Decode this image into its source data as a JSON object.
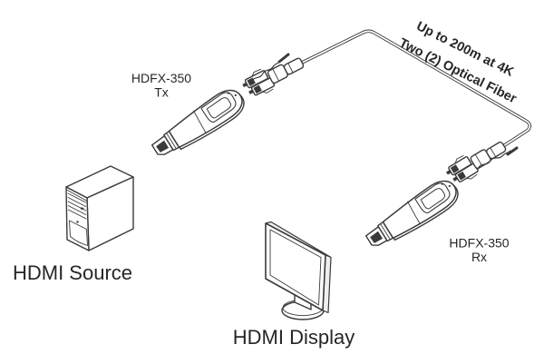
{
  "diagram": {
    "title_hint": "HDFX-350 optical HDMI extension diagram",
    "tx": {
      "model": "HDFX-350",
      "role": "Tx"
    },
    "rx": {
      "model": "HDFX-350",
      "role": "Rx"
    },
    "source_label": "HDMI Source",
    "display_label": "HDMI Display",
    "cable_note_line1": "Up to 200m at 4K",
    "cable_note_line2": "Two (2) Optical Fiber",
    "illustrations": {
      "source": "computer-tower-illustration",
      "display": "lcd-monitor-illustration",
      "tx": "hdmi-fiber-dongle-illustration",
      "rx": "hdmi-fiber-dongle-illustration",
      "cable": "duplex-lc-fiber-cable-illustration"
    },
    "colors": {
      "ink": "#3a3a3a",
      "text": "#262626",
      "background": "#ffffff"
    }
  }
}
